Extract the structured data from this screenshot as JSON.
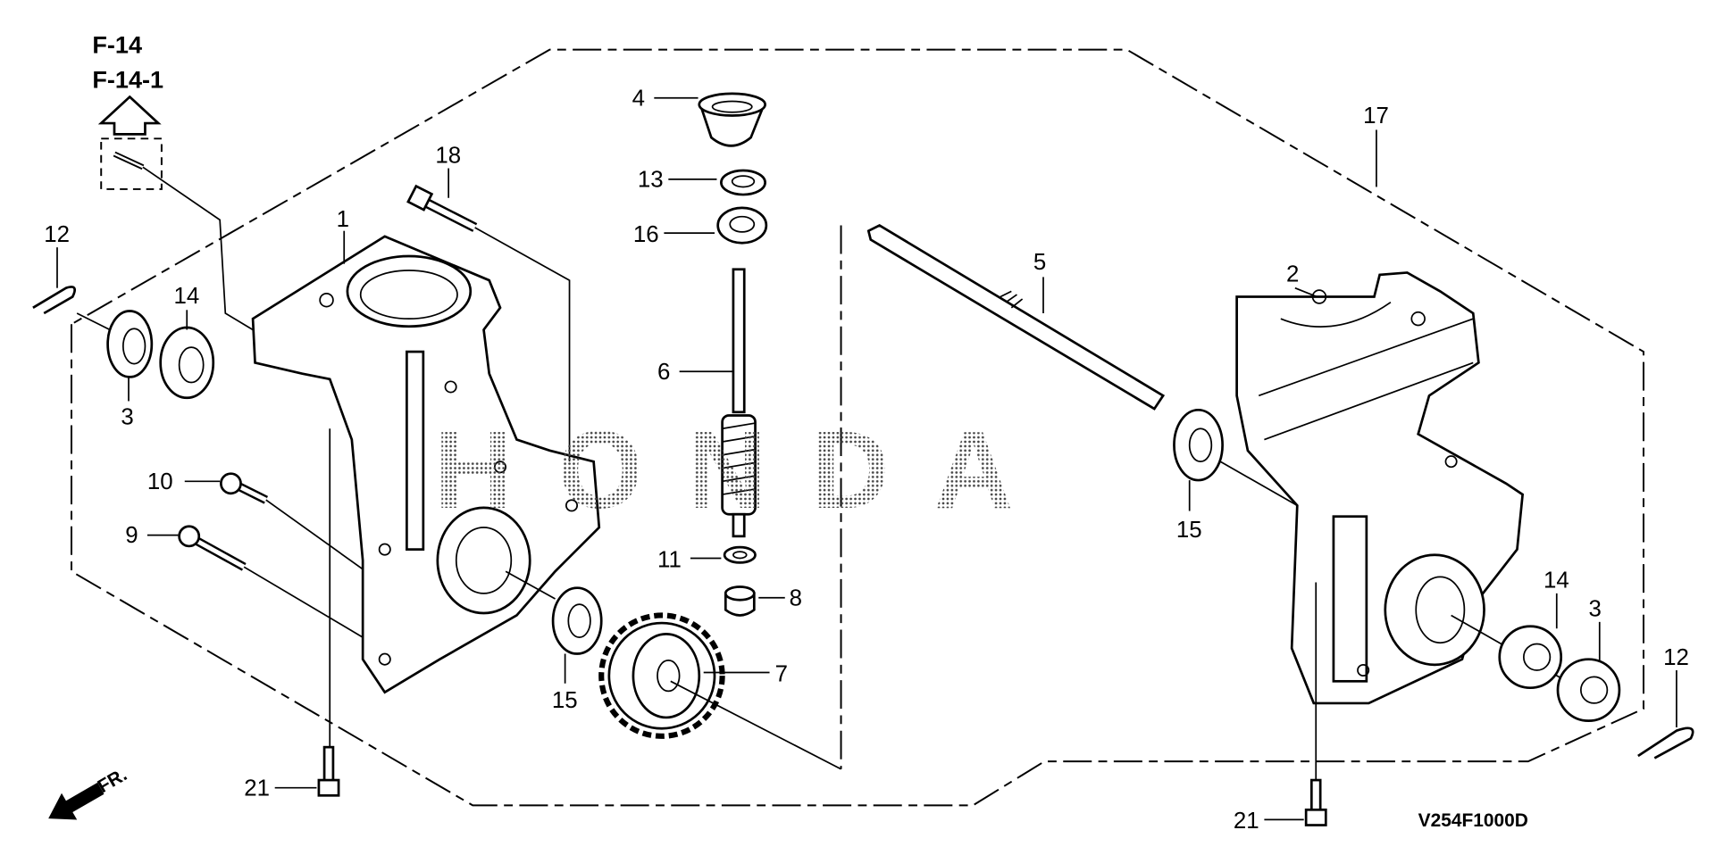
{
  "references": [
    "F-14",
    "F-14-1"
  ],
  "watermark": "HONDA",
  "diagram_code": "V254F1000D",
  "front_indicator": "FR.",
  "callouts": {
    "c1": "1",
    "c2": "2",
    "c3a": "3",
    "c3b": "3",
    "c4": "4",
    "c5": "5",
    "c6": "6",
    "c7": "7",
    "c8": "8",
    "c9": "9",
    "c10": "10",
    "c11": "11",
    "c12a": "12",
    "c12b": "12",
    "c13": "13",
    "c14a": "14",
    "c14b": "14",
    "c15a": "15",
    "c15b": "15",
    "c16": "16",
    "c17": "17",
    "c18": "18",
    "c21a": "21",
    "c21b": "21"
  },
  "icons": [
    "arrow-up-icon",
    "front-arrow-icon"
  ]
}
